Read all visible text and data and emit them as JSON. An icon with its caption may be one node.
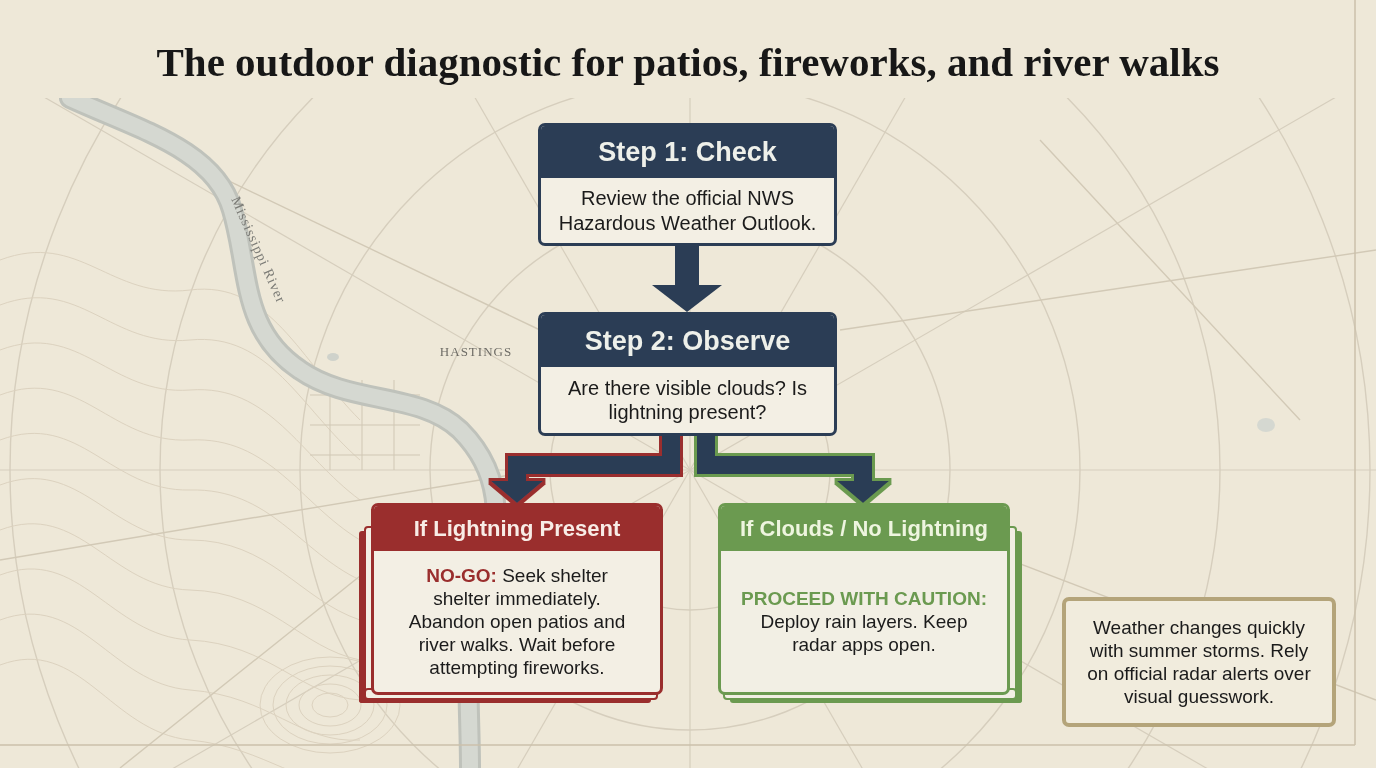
{
  "diagram": {
    "title": "The outdoor diagnostic for patios, fireworks, and river walks",
    "nodes": [
      {
        "text": [
          "Step 1: Check",
          "Review the official NWS Hazardous Weather Outlook."
        ]
      },
      {
        "text": [
          "Step 2: Observe",
          "Are there visible clouds? Is lightning present?"
        ]
      },
      {
        "text": [
          "If Lightning Present",
          "**NO-GO:** Seek shelter shelter immediately. Abandon open patios and river walks. Wait before attempting fireworks."
        ]
      },
      {
        "text": [
          "If Clouds / No Lightning",
          "**PROCEED WITH CAUTION:** Deploy rain layers. Keep radar apps open."
        ]
      },
      {
        "text": [
          "Weather changes quickly with summer storms. Rely on official radar alerts over visual guesswork."
        ]
      }
    ],
    "edges": [
      {
        "from": 0,
        "to": 1,
        "arrow": "to"
      },
      {
        "from": 1,
        "to": 2,
        "arrow": "to"
      },
      {
        "from": 1,
        "to": 3,
        "arrow": "to"
      }
    ],
    "labels": [
      "Mississippi River",
      "HASTINGS"
    ]
  }
}
